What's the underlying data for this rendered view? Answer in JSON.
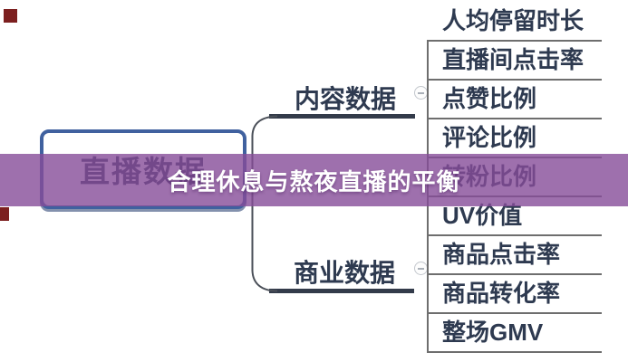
{
  "mindmap": {
    "root": {
      "label": "直播数据"
    },
    "branches": [
      {
        "label": "内容数据",
        "children": [
          "人均停留时长",
          "直播间点击率",
          "点赞比例",
          "评论比例",
          "转粉比例"
        ]
      },
      {
        "label": "商业数据",
        "children": [
          "UV价值",
          "商品点击率",
          "商品转化率",
          "整场GMV"
        ]
      }
    ]
  },
  "overlay": {
    "caption": "合理休息与熬夜直播的平衡"
  },
  "icons": {
    "collapse_toggle": "minus-circle-icon"
  },
  "colors": {
    "background": "#ffffff",
    "node_text": "#2e3a50",
    "root_border": "#40619f",
    "grid_line": "#6e6e6e",
    "branch_line": "#333b4a",
    "overlay_band": "rgba(134,76,152,0.8)",
    "overlay_text": "#ffffff",
    "marker_red": "#7c1f1f"
  }
}
